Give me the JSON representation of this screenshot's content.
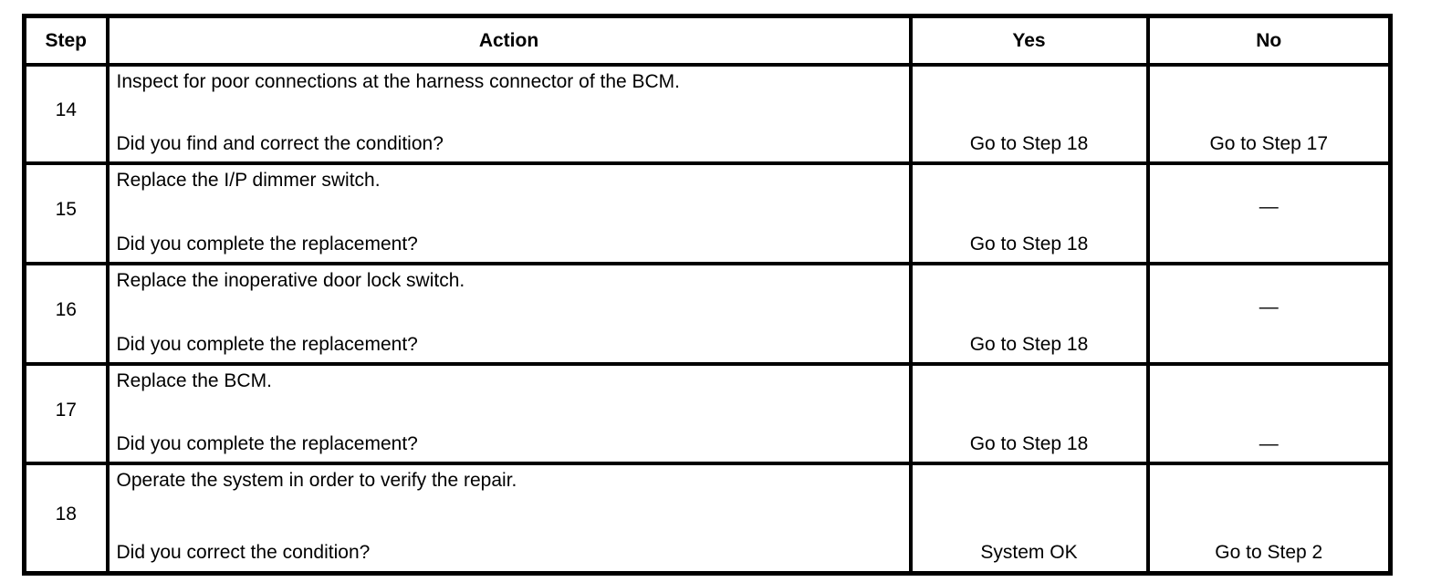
{
  "table": {
    "headers": {
      "step": "Step",
      "action": "Action",
      "yes": "Yes",
      "no": "No"
    },
    "rows": [
      {
        "step": "14",
        "action": "Inspect for poor connections at the harness connector of the BCM.",
        "question": "Did you find and correct the condition?",
        "yes": "Go to Step 18",
        "no": "Go to Step 17"
      },
      {
        "step": "15",
        "action": "Replace the I/P dimmer switch.",
        "question": "Did you complete the replacement?",
        "yes": "Go to Step 18",
        "no": "—"
      },
      {
        "step": "16",
        "action": "Replace the inoperative door lock switch.",
        "question": "Did you complete the replacement?",
        "yes": "Go to Step 18",
        "no": "—"
      },
      {
        "step": "17",
        "action": "Replace the BCM.",
        "question": "Did you complete the replacement?",
        "yes": "Go to Step 18",
        "no": "—"
      },
      {
        "step": "18",
        "action": "Operate the system in order to verify the repair.",
        "question": "Did you correct the condition?",
        "yes": "System OK",
        "no": "Go to Step 2"
      }
    ],
    "colors": {
      "border": "#000000",
      "background": "#ffffff",
      "text": "#000000"
    }
  }
}
